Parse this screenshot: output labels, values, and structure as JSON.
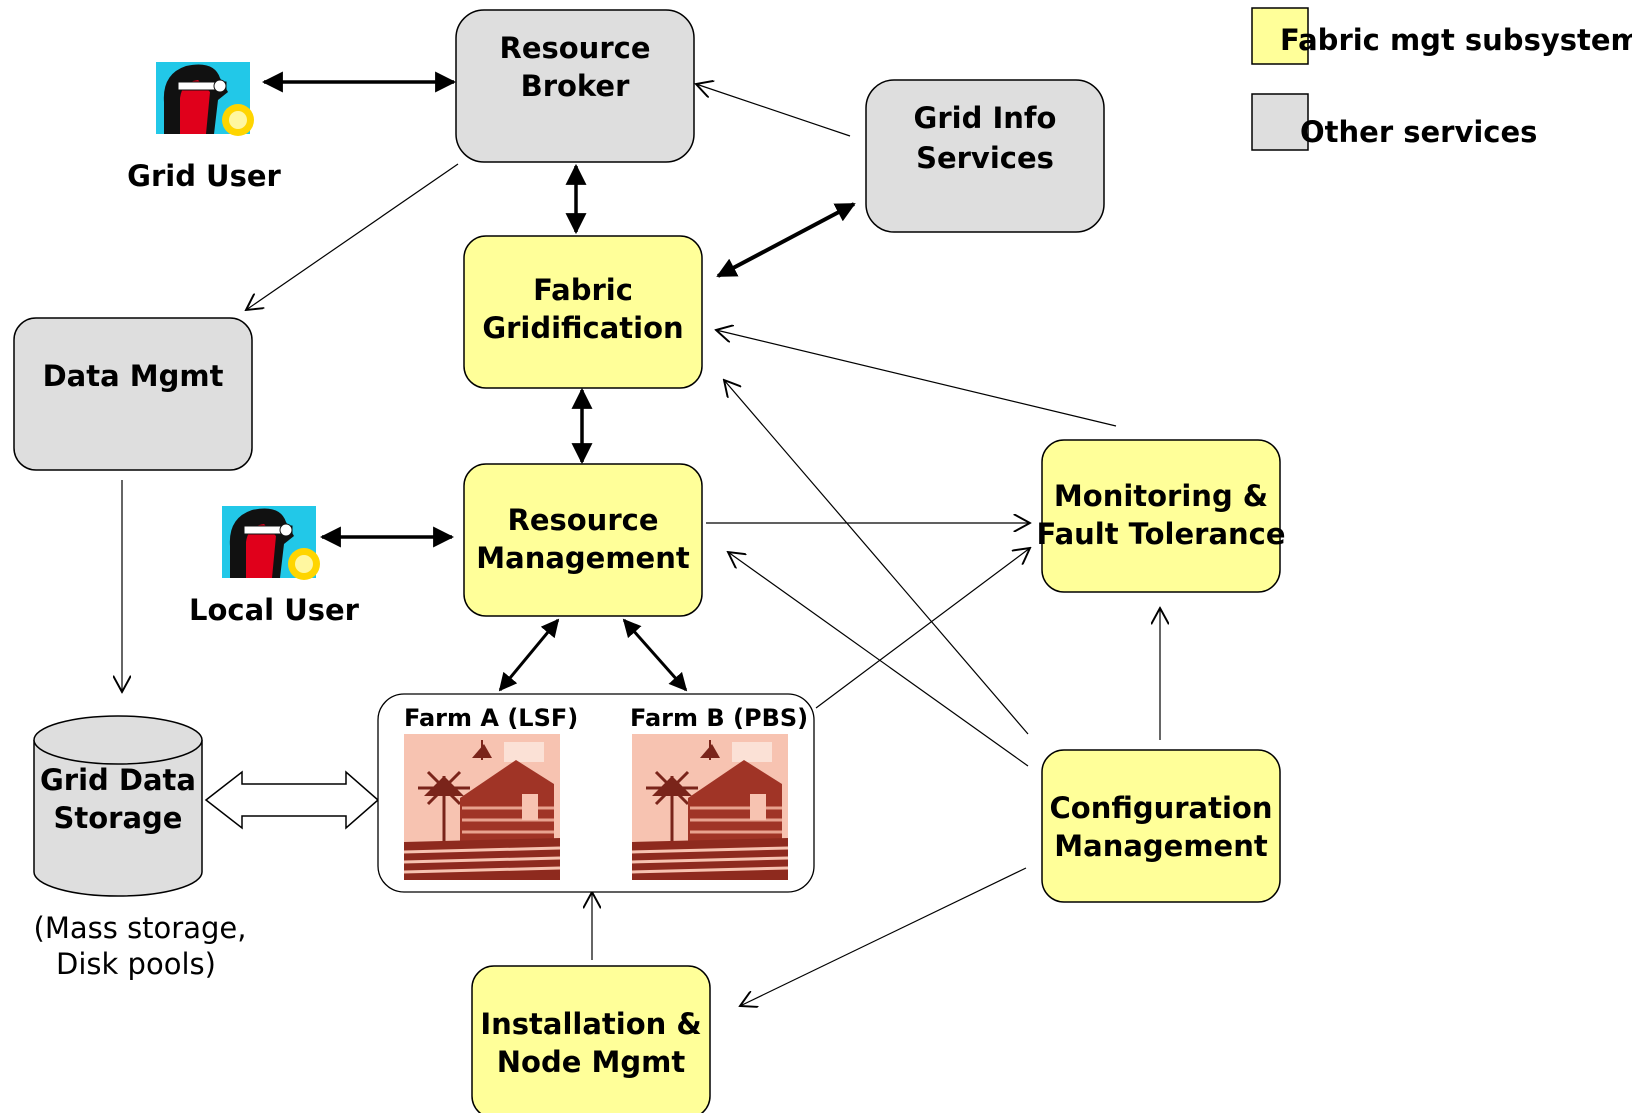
{
  "colors": {
    "fabric_box": "#ffff99",
    "other_box": "#dedede",
    "border": "#000000"
  },
  "legend": {
    "fabric_label": "Fabric mgt subsystems",
    "other_label": "Other services"
  },
  "nodes": {
    "resource_broker": {
      "line1": "Resource",
      "line2": "Broker"
    },
    "grid_info": {
      "line1": "Grid Info",
      "line2": "Services"
    },
    "fabric_gridification": {
      "line1": "Fabric",
      "line2": "Gridification"
    },
    "data_mgmt": {
      "line1": "Data Mgmt"
    },
    "resource_management": {
      "line1": "Resource",
      "line2": "Management"
    },
    "monitoring": {
      "line1": "Monitoring &",
      "line2": "Fault Tolerance"
    },
    "configuration": {
      "line1": "Configuration",
      "line2": "Management"
    },
    "installation": {
      "line1": "Installation &",
      "line2": "Node Mgmt"
    },
    "grid_data_storage": {
      "line1": "Grid Data",
      "line2": "Storage",
      "note1": "(Mass storage,",
      "note2": "Disk pools)"
    },
    "farms": {
      "farm_a": "Farm A (LSF)",
      "farm_b": "Farm B (PBS)"
    }
  },
  "users": {
    "grid_user": "Grid User",
    "local_user": "Local User"
  },
  "icons": {
    "user": "person-with-goggles-icon",
    "farm": "barn-farm-icon"
  }
}
